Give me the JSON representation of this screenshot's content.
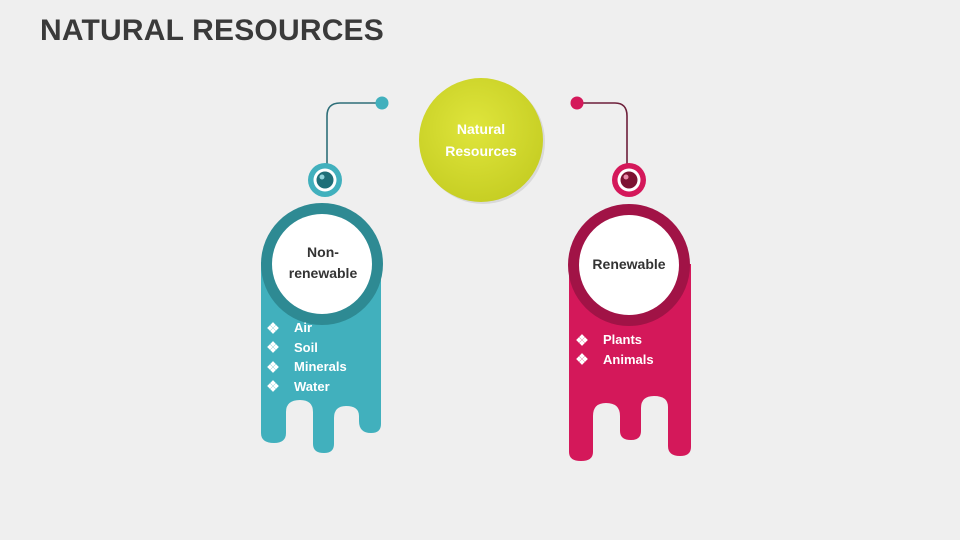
{
  "title": "NATURAL RESOURCES",
  "center": {
    "label": "Natural\nResources"
  },
  "branches": [
    {
      "label": "Non-\nrenewable",
      "items": [
        "Air",
        "Soil",
        "Minerals",
        "Water"
      ]
    },
    {
      "label": "Renewable",
      "items": [
        "Plants",
        "Animals"
      ]
    }
  ],
  "colors": {
    "background": "#efefef",
    "center": "#cdd52a",
    "nonrenewable": "#41b0bd",
    "nonrenewable_dark": "#2e8a93",
    "renewable": "#d4185a",
    "renewable_dark": "#a11346",
    "title": "#3a3a3a"
  },
  "icons": {
    "list_bullet": "four-diamond-bullet-icon"
  }
}
